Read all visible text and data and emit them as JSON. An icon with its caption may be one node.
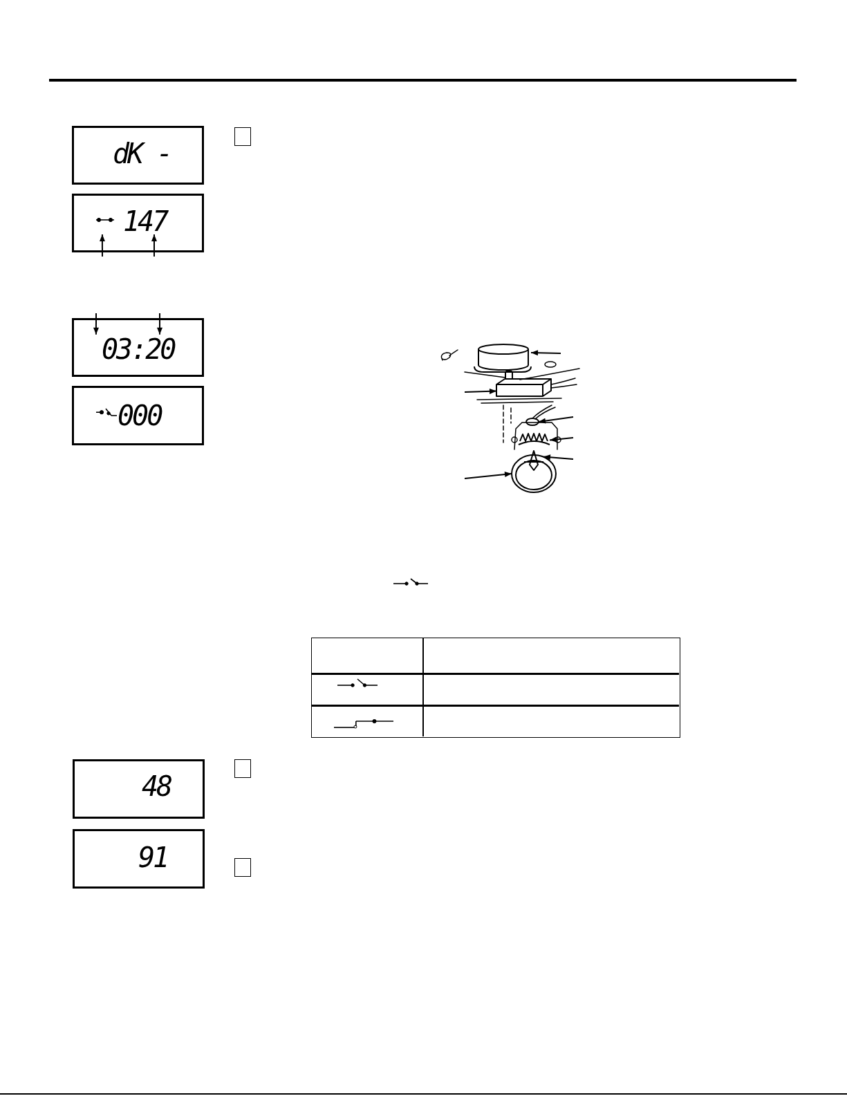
{
  "diagram": {
    "nodes": [
      {
        "text": [
          "dK -"
        ]
      },
      {
        "text": [
          "147"
        ]
      },
      {
        "text": [
          "03:20"
        ]
      },
      {
        "text": [
          "000"
        ]
      },
      {
        "text": [],
        "shape": "cylinder"
      },
      {
        "text": [],
        "shape": "box"
      },
      {
        "text": [],
        "shape": "circle"
      },
      {
        "text": [],
        "shape": "picture"
      },
      {
        "text": [],
        "shape": "picture"
      },
      {
        "text": [],
        "shape": "circle"
      },
      {
        "text": [
          "48"
        ]
      },
      {
        "text": [
          "91"
        ]
      }
    ],
    "edges": [
      {
        "from": null,
        "to": 1,
        "arrow": "to"
      },
      {
        "from": null,
        "to": 1,
        "arrow": "to"
      },
      {
        "from": null,
        "to": 2,
        "arrow": "to"
      },
      {
        "from": null,
        "to": 2,
        "arrow": "to"
      },
      {
        "from": null,
        "to": 4,
        "arrow": "to"
      },
      {
        "from": null,
        "to": 5,
        "arrow": "to"
      },
      {
        "from": null,
        "to": 6,
        "arrow": "to"
      },
      {
        "from": null,
        "to": 7,
        "arrow": "to"
      },
      {
        "from": null,
        "to": 8,
        "arrow": "to"
      },
      {
        "from": null,
        "to": 9,
        "arrow": "to"
      }
    ]
  }
}
